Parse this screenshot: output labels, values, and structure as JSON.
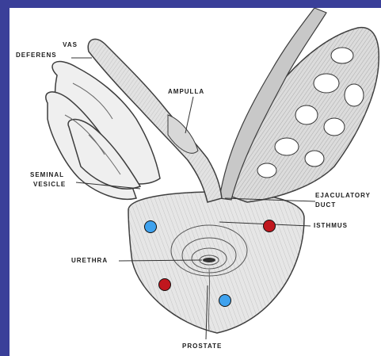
{
  "figure": {
    "labels": {
      "vas_deferens": [
        "VAS",
        "DEFERENS"
      ],
      "ampulla": "AMPULLA",
      "seminal_vesicle": [
        "SEMINAL",
        "VESICLE"
      ],
      "ejaculatory_duct": [
        "EJACULATORY",
        "DUCT"
      ],
      "isthmus": "ISTHMUS",
      "urethra": "URETHRA",
      "prostate": "PROSTATE"
    },
    "markers": [
      {
        "name": "marker-blue-left",
        "color": "#3fa2ee"
      },
      {
        "name": "marker-red-right",
        "color": "#c0171e"
      },
      {
        "name": "marker-red-left",
        "color": "#c0171e"
      },
      {
        "name": "marker-blue-bottom",
        "color": "#3fa2ee"
      }
    ],
    "colors": {
      "background_frame": "#3a3f99",
      "panel": "#ffffff",
      "line_art": "#3d3d3d"
    }
  }
}
